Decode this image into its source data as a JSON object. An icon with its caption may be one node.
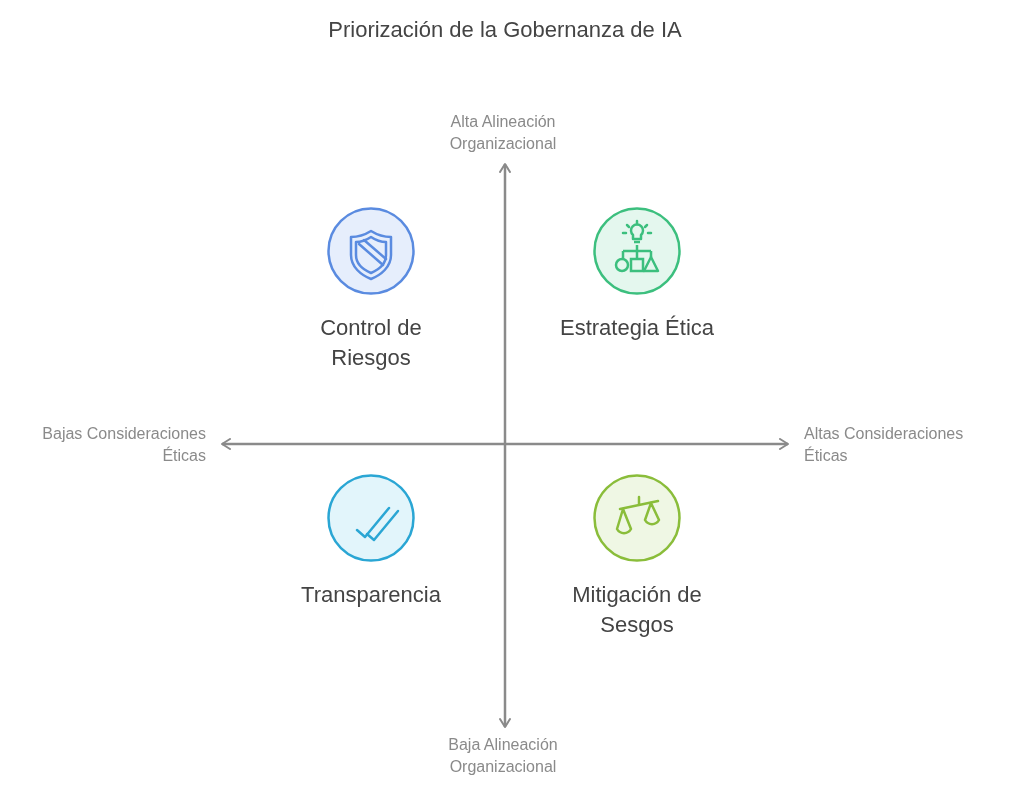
{
  "diagram": {
    "title": "Priorización de la Gobernanza de IA",
    "nodes": [
      {
        "text": [
          "Control de Riesgos"
        ]
      },
      {
        "text": [
          "Estrategia Ética"
        ]
      },
      {
        "text": [
          "Transparencia"
        ]
      },
      {
        "text": [
          "Mitigación de Sesgos"
        ]
      }
    ],
    "edges": [],
    "labels": [
      "Alta Alineación Organizacional",
      "Bajas Consideraciones Éticas",
      "Altas Consideraciones Éticas",
      "Baja Alineación Organizacional"
    ]
  }
}
